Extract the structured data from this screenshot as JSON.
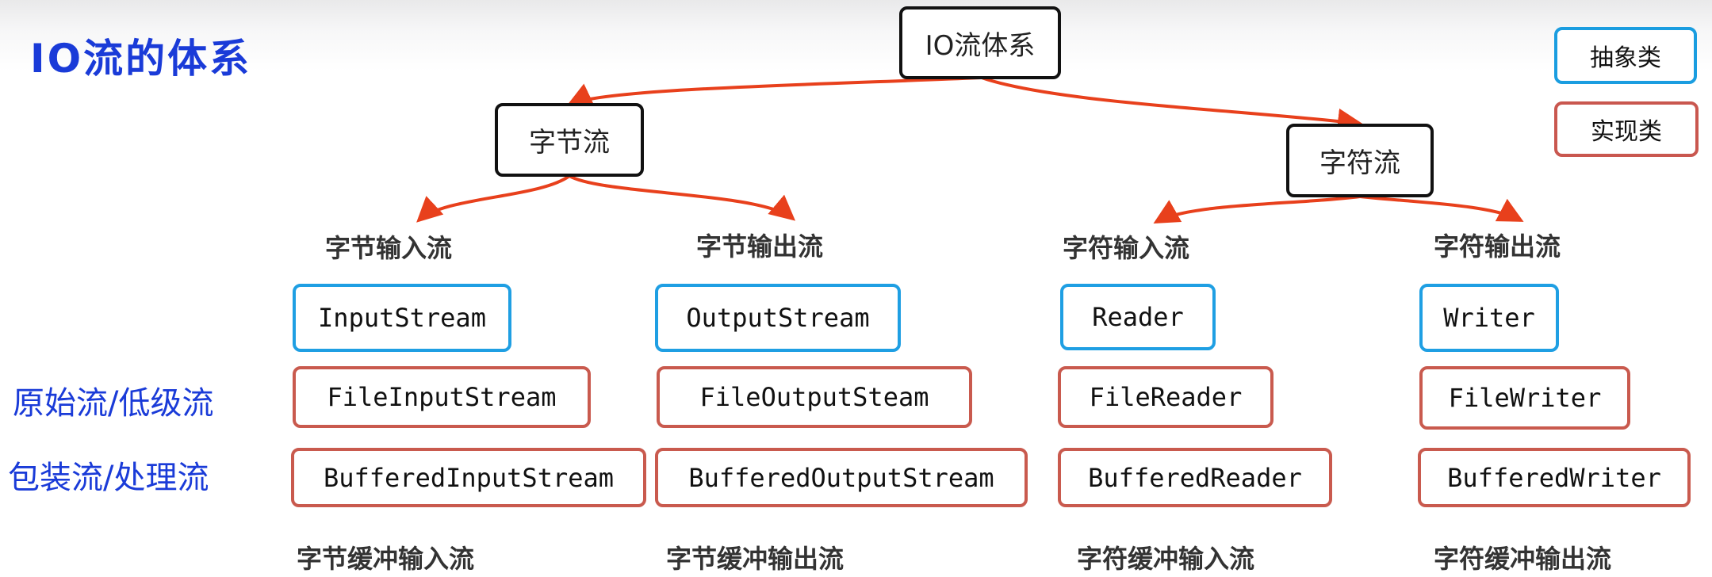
{
  "title": "IO流的体系",
  "root": "IO流体系",
  "branches": {
    "byte": "字节流",
    "char": "字符流"
  },
  "legend": {
    "abstract": "抽象类",
    "implementation": "实现类"
  },
  "side_labels": {
    "primitive": "原始流/低级流",
    "wrapper": "包装流/处理流"
  },
  "categories": {
    "byte_input": "字节输入流",
    "byte_output": "字节输出流",
    "char_input": "字符输入流",
    "char_output": "字符输出流"
  },
  "classes": {
    "byte_input": [
      "InputStream",
      "FileInputStream",
      "BufferedInputStream"
    ],
    "byte_output": [
      "OutputStream",
      "FileOutputSteam",
      "BufferedOutputStream"
    ],
    "char_input": [
      "Reader",
      "FileReader",
      "BufferedReader"
    ],
    "char_output": [
      "Writer",
      "FileWriter",
      "BufferedWriter"
    ]
  },
  "bottom_labels": {
    "byte_input": "字节缓冲输入流",
    "byte_output": "字节缓冲输出流",
    "char_input": "字符缓冲输入流",
    "char_output": "字符缓冲输出流"
  },
  "colors": {
    "handwriting": "#1a3bd8",
    "abstract_border": "#1f9fe3",
    "implementation_border": "#c95a4e",
    "arrow": "#e8401c",
    "node_border": "#111111"
  }
}
